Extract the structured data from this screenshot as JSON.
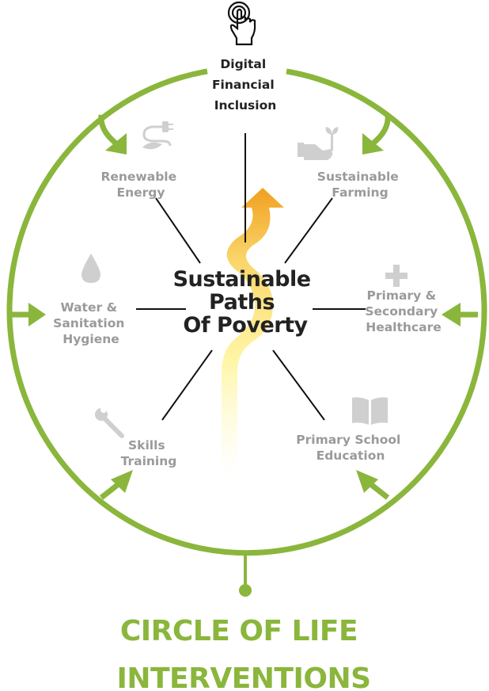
{
  "colors": {
    "ring": "#8ab63c",
    "title": "#8ab63c",
    "node_text": "#9a9a9a",
    "icon": "#cfcfcf",
    "arrow_top": "#f0a020",
    "arrow_bottom": "#fff7b0"
  },
  "center": {
    "lines": [
      "Sustainable",
      "Paths",
      "Of Poverty"
    ]
  },
  "nodes": {
    "digital": {
      "lines": [
        "Digital",
        "Financial",
        "Inclusion"
      ],
      "icon": "touch-hand-icon"
    },
    "renewable": {
      "lines": [
        "Renewable",
        "Energy"
      ],
      "icon": "plug-leaf-icon"
    },
    "farming": {
      "lines": [
        "Sustainable",
        "Farming"
      ],
      "icon": "hand-sprout-icon"
    },
    "water": {
      "lines": [
        "Water &",
        "Sanitation",
        "Hygiene"
      ],
      "icon": "water-drop-icon"
    },
    "health": {
      "lines": [
        "Primary &",
        "Secondary",
        "Healthcare"
      ],
      "icon": "medical-cross-icon"
    },
    "skills": {
      "lines": [
        "Skills",
        "Training"
      ],
      "icon": "wrench-icon"
    },
    "education": {
      "lines": [
        "Primary School",
        "Education"
      ],
      "icon": "open-book-icon"
    }
  },
  "title": {
    "lines": [
      "CIRCLE OF LIFE",
      "INTERVENTIONS"
    ]
  }
}
